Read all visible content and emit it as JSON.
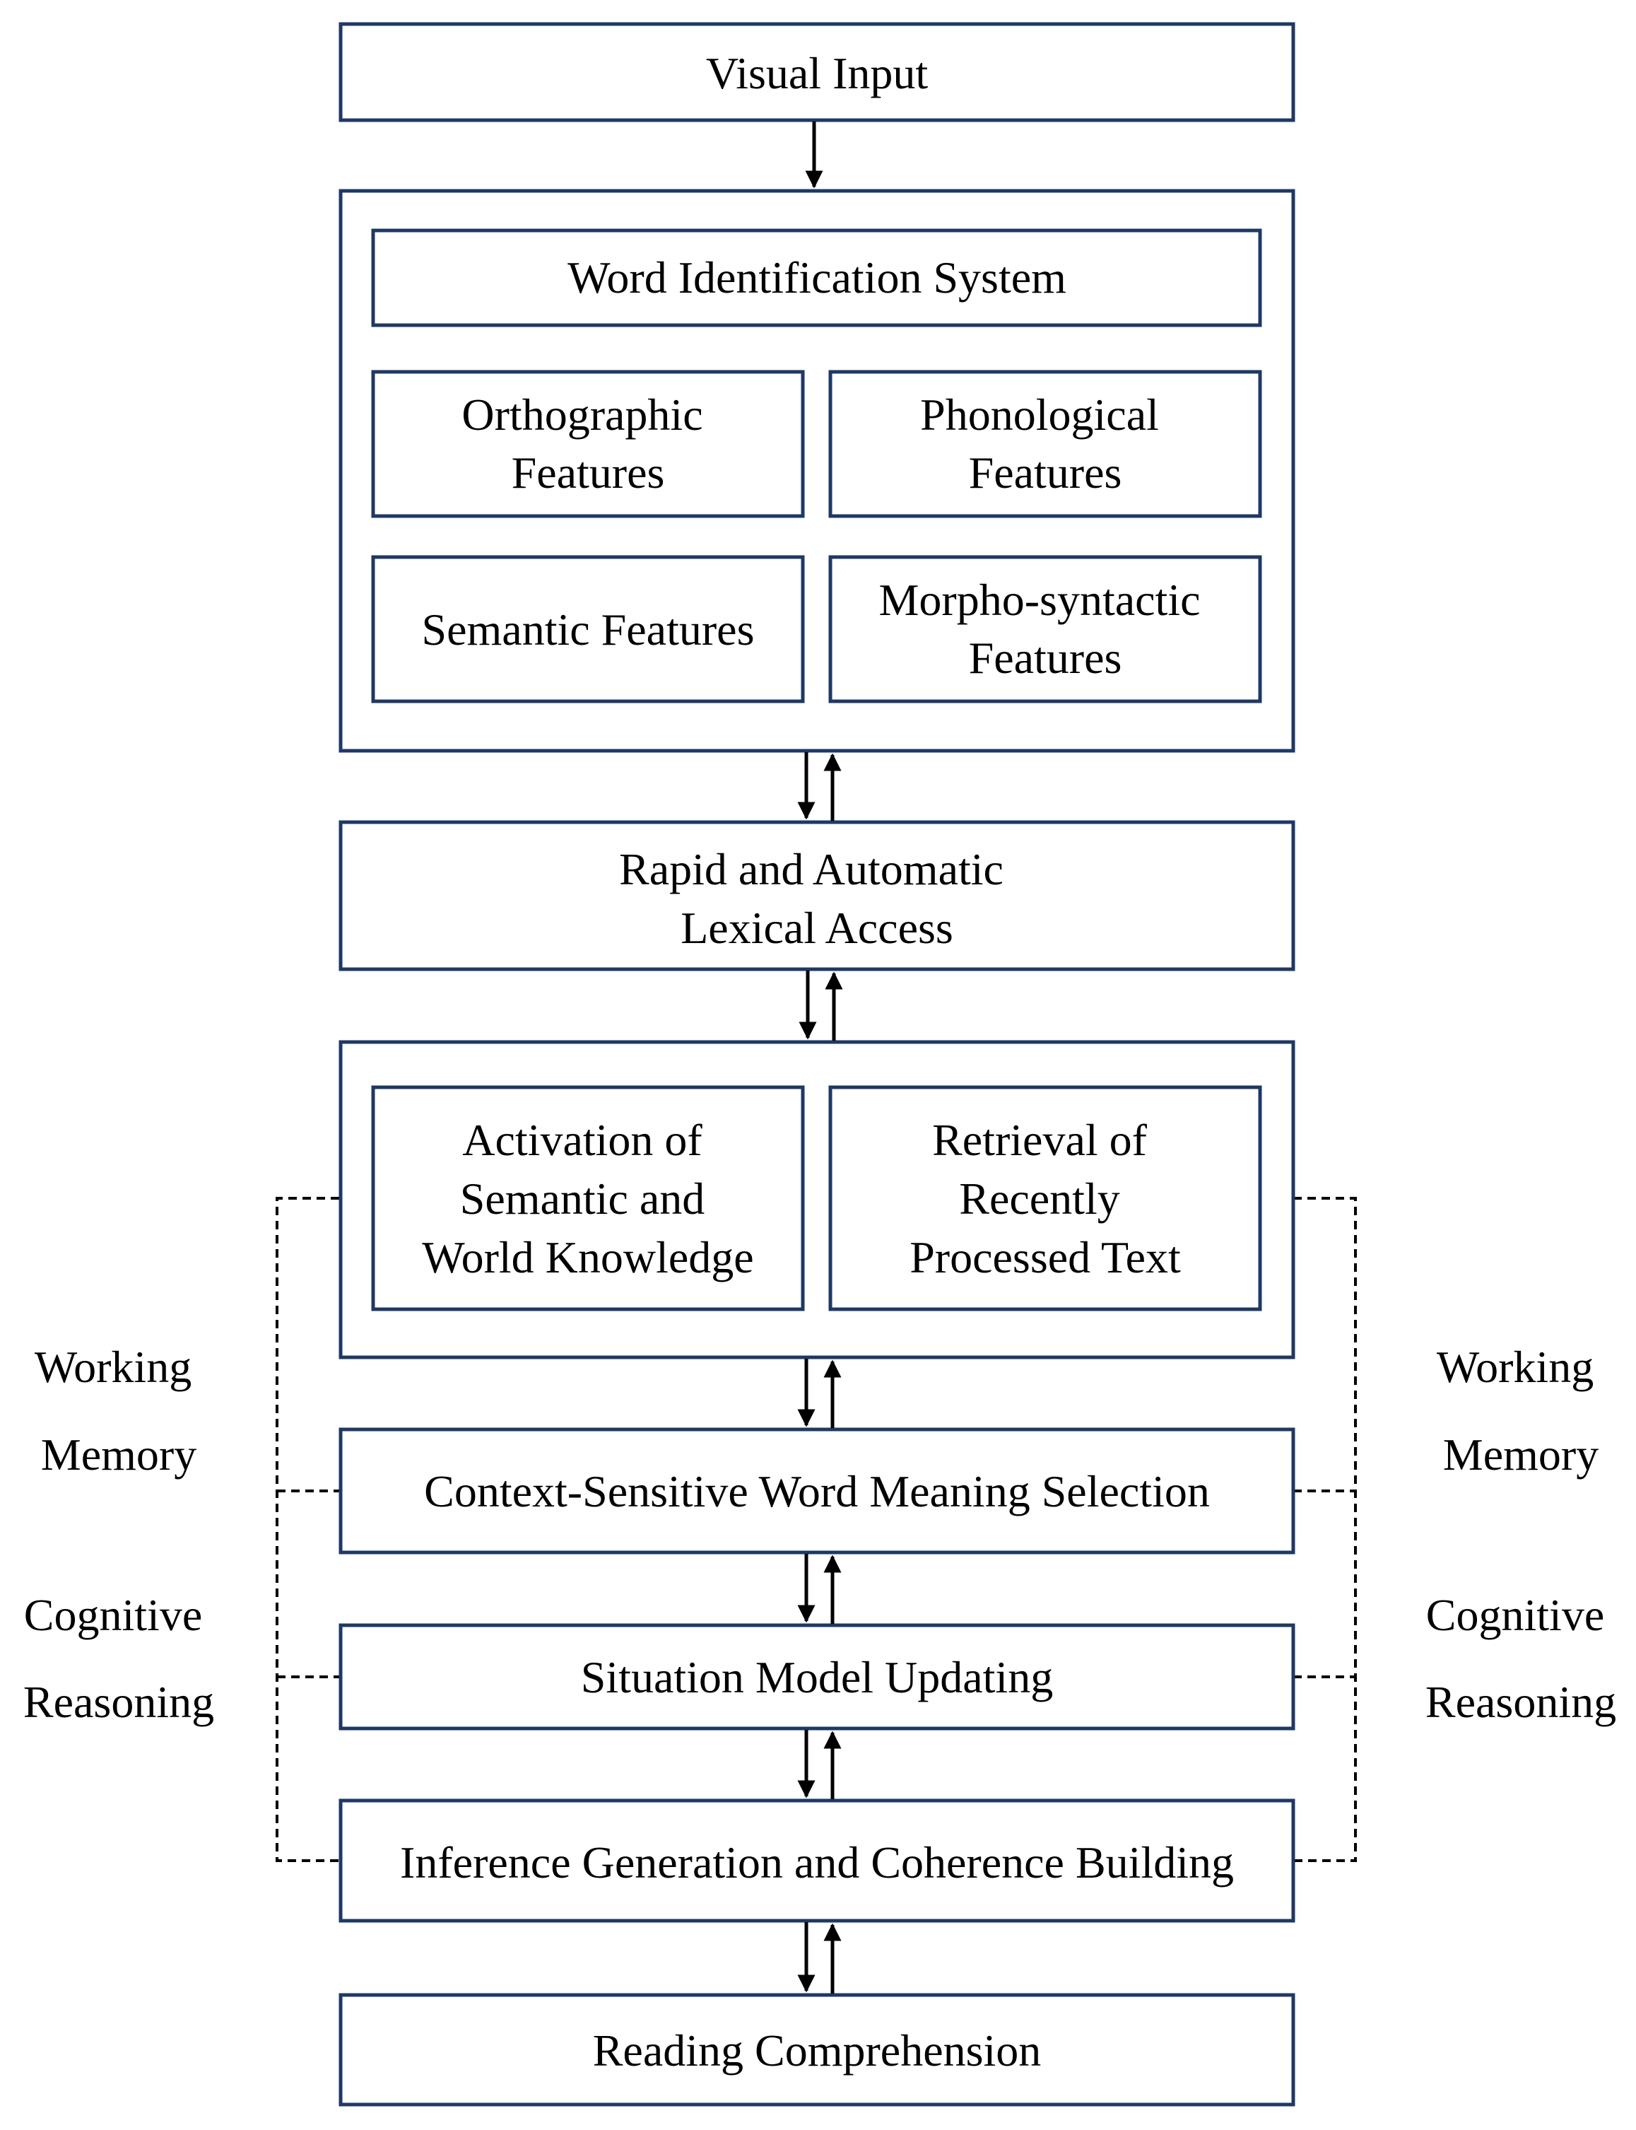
{
  "colors": {
    "box_border": "#1f3864",
    "arrow": "#000000",
    "dashed": "#000000",
    "text": "#000000",
    "background": "#ffffff"
  },
  "boxes": {
    "visual_input": "Visual Input",
    "word_identification": "Word Identification System",
    "orthographic": [
      "Orthographic",
      "Features"
    ],
    "phonological": [
      "Phonological",
      "Features"
    ],
    "semantic": "Semantic Features",
    "morpho_syntactic": [
      "Morpho-syntactic",
      "Features"
    ],
    "lexical_access": [
      "Rapid and Automatic",
      "Lexical Access"
    ],
    "activation": [
      "Activation of",
      "Semantic and",
      "World Knowledge"
    ],
    "retrieval": [
      "Retrieval of",
      "Recently",
      "Processed Text"
    ],
    "word_meaning": "Context-Sensitive Word Meaning Selection",
    "situation_model": "Situation Model Updating",
    "inference": "Inference Generation and Coherence Building",
    "reading_comprehension": "Reading Comprehension"
  },
  "side_labels": {
    "left": {
      "working": [
        "Working",
        "Memory"
      ],
      "cognitive": [
        "Cognitive",
        "Reasoning"
      ]
    },
    "right": {
      "working": [
        "Working",
        "Memory"
      ],
      "cognitive": [
        "Cognitive",
        "Reasoning"
      ]
    }
  }
}
